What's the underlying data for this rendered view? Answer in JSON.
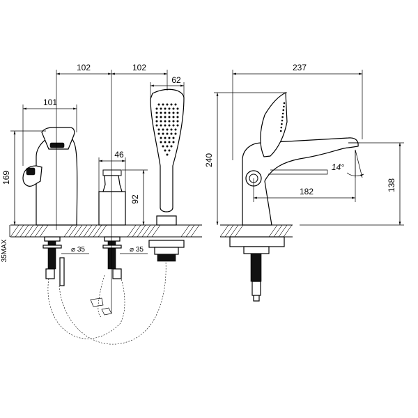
{
  "dimensions": {
    "top_left_spacing": "102",
    "top_right_spacing": "102",
    "handshower_width": "62",
    "mixer_width": "101",
    "valve_width": "46",
    "mixer_height": "169",
    "valve_height": "92",
    "deck_thickness": "35MAX",
    "hole_left": "⌀ 35",
    "hole_right": "⌀ 35",
    "spout_length": "237",
    "total_height": "240",
    "spout_reach": "182",
    "spout_angle": "14°",
    "spout_height": "138"
  }
}
